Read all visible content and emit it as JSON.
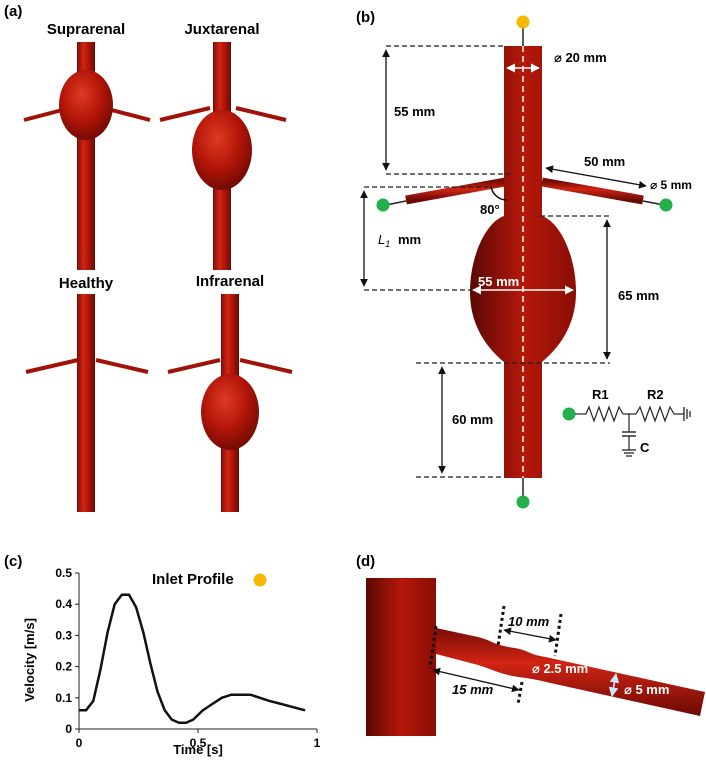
{
  "panels": {
    "a": {
      "label": "(a)",
      "models": [
        "Suprarenal",
        "Juxtarenal",
        "Healthy",
        "Infrarenal"
      ]
    },
    "b": {
      "label": "(b)",
      "dims": {
        "diam_aorta": "⌀ 20 mm",
        "upper_len": "55 mm",
        "branch_len": "50 mm",
        "diam_branch": "⌀ 5 mm",
        "angle": "80°",
        "l1_symbol": "L",
        "l1_sub": "1",
        "l1_unit": "mm",
        "aneurysm_diam": "55 mm",
        "aneurysm_len": "65 mm",
        "lower_len": "60 mm"
      },
      "circuit": {
        "r1": "R1",
        "r2": "R2",
        "c": "C"
      }
    },
    "c": {
      "label": "(c)",
      "legend": "Inlet Profile",
      "xlabel": "Time [s]",
      "ylabel": "Velocity [m/s]",
      "xticks": [
        "0",
        "0.5",
        "1"
      ],
      "yticks": [
        "0",
        "0.1",
        "0.2",
        "0.3",
        "0.4",
        "0.5"
      ]
    },
    "d": {
      "label": "(d)",
      "dims": {
        "d10": "10 mm",
        "d15": "15 mm",
        "d25": "⌀ 2.5 mm",
        "d5": "⌀ 5 mm"
      }
    }
  },
  "colors": {
    "vessel": "#b01408",
    "inlet": "#f5b800",
    "outlet": "#22b04b"
  },
  "chart_data": {
    "type": "line",
    "title": "",
    "xlabel": "Time [s]",
    "ylabel": "Velocity [m/s]",
    "xlim": [
      0,
      1
    ],
    "ylim": [
      0,
      0.5
    ],
    "series": [
      {
        "name": "Inlet Profile",
        "x": [
          0,
          0.03,
          0.06,
          0.09,
          0.12,
          0.15,
          0.18,
          0.21,
          0.24,
          0.27,
          0.3,
          0.33,
          0.36,
          0.39,
          0.42,
          0.45,
          0.48,
          0.52,
          0.56,
          0.6,
          0.64,
          0.68,
          0.72,
          0.76,
          0.8,
          0.85,
          0.9,
          0.95
        ],
        "y": [
          0.06,
          0.06,
          0.09,
          0.19,
          0.31,
          0.4,
          0.43,
          0.43,
          0.39,
          0.31,
          0.21,
          0.12,
          0.06,
          0.03,
          0.02,
          0.02,
          0.03,
          0.06,
          0.08,
          0.1,
          0.11,
          0.11,
          0.11,
          0.1,
          0.09,
          0.08,
          0.07,
          0.06
        ]
      }
    ]
  }
}
